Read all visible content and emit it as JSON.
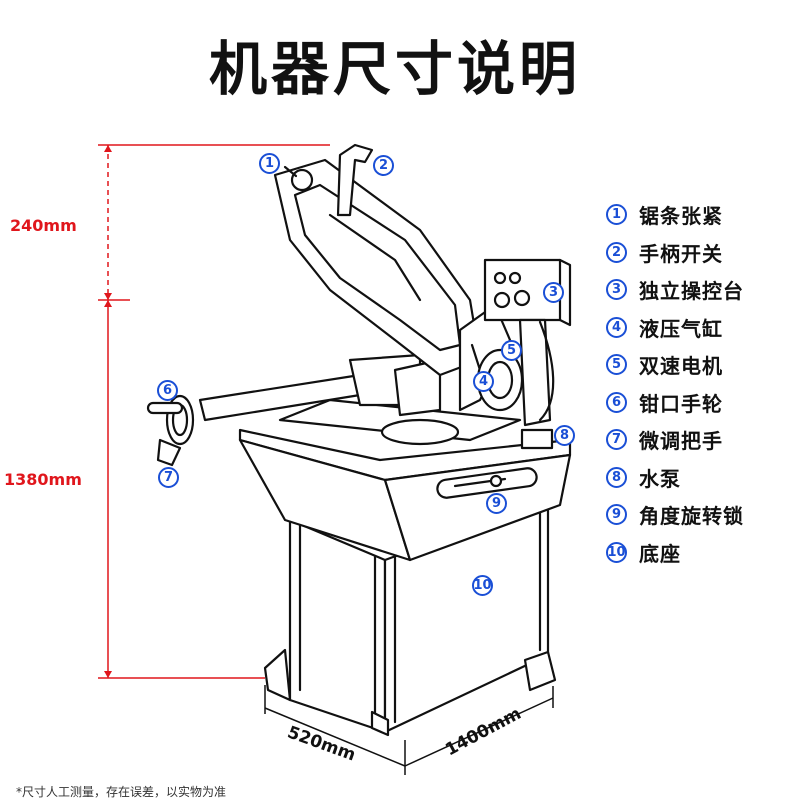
{
  "title": "机器尺寸说明",
  "dimensions": {
    "upper_height": "240mm",
    "lower_height": "1380mm",
    "depth": "520mm",
    "width": "1400mm"
  },
  "legend": [
    {
      "num": "1",
      "label": "锯条张紧"
    },
    {
      "num": "2",
      "label": "手柄开关"
    },
    {
      "num": "3",
      "label": "独立操控台"
    },
    {
      "num": "4",
      "label": "液压气缸"
    },
    {
      "num": "5",
      "label": "双速电机"
    },
    {
      "num": "6",
      "label": "钳口手轮"
    },
    {
      "num": "7",
      "label": "微调把手"
    },
    {
      "num": "8",
      "label": "水泵"
    },
    {
      "num": "9",
      "label": "角度旋转锁"
    },
    {
      "num": "10",
      "label": "底座"
    }
  ],
  "callouts": [
    "1",
    "2",
    "3",
    "4",
    "5",
    "6",
    "7",
    "8",
    "9",
    "10"
  ],
  "footnote": "*尺寸人工测量，存在误差，以实物为准",
  "colors": {
    "dimension_line": "#e0161c",
    "callout": "#1a4fd6",
    "outline": "#111111"
  }
}
